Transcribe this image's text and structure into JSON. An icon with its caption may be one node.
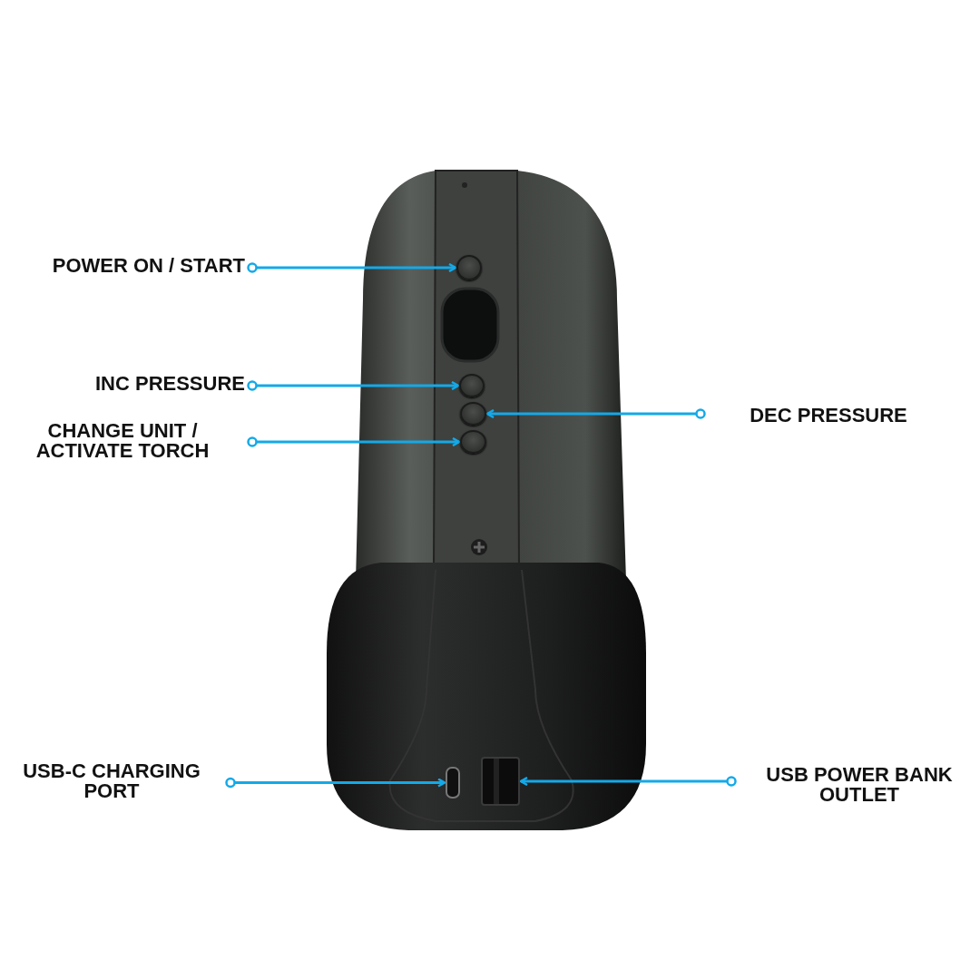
{
  "diagram": {
    "nodes": [
      {
        "text": [
          "POWER ON / START"
        ]
      },
      {
        "text": [],
        "shape": "circle"
      },
      {
        "text": [
          "INC PRESSURE"
        ]
      },
      {
        "text": [],
        "shape": "circle"
      },
      {
        "text": [
          "DEC PRESSURE"
        ]
      },
      {
        "text": [],
        "shape": "circle"
      },
      {
        "text": [
          "CHANGE UNIT / ACTIVATE TORCH"
        ]
      },
      {
        "text": [],
        "shape": "circle"
      },
      {
        "text": [
          "USB-C CHARGING PORT"
        ]
      },
      {
        "text": [],
        "shape": "box"
      },
      {
        "text": [
          "USB POWER BANK OUTLET"
        ]
      },
      {
        "text": [],
        "shape": "box"
      }
    ],
    "edges": [
      {
        "from": 0,
        "to": 1,
        "arrow": "to"
      },
      {
        "from": 2,
        "to": 3,
        "arrow": "to"
      },
      {
        "from": 4,
        "to": 5,
        "arrow": "to"
      },
      {
        "from": 6,
        "to": 7,
        "arrow": "to"
      },
      {
        "from": 8,
        "to": 9,
        "arrow": "to"
      },
      {
        "from": 10,
        "to": 11,
        "arrow": "to"
      }
    ]
  }
}
